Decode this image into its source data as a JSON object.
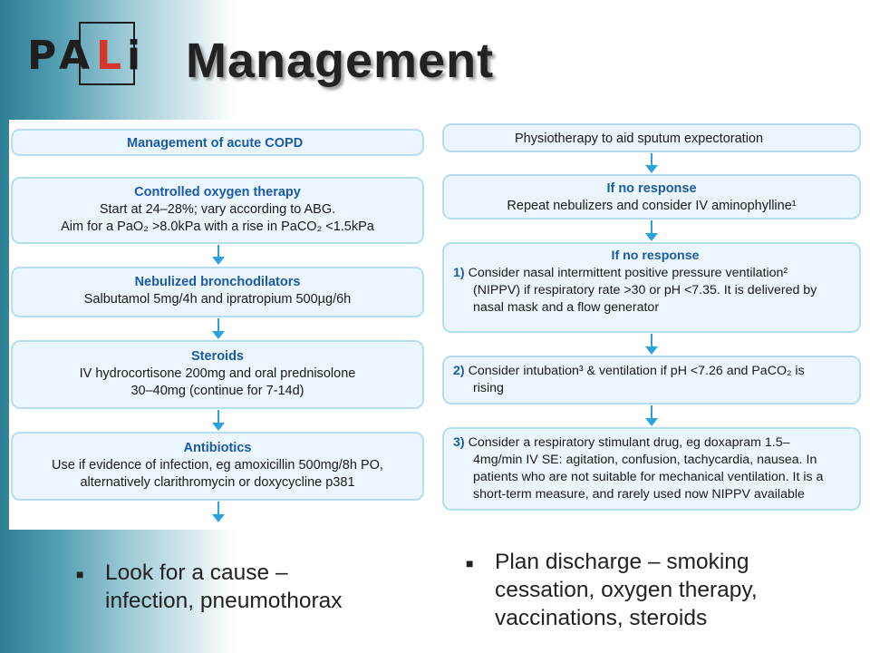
{
  "logo": {
    "letters": [
      "P",
      "A",
      "L",
      "i"
    ],
    "accent_color": "#d8352a"
  },
  "title": "Management",
  "left_flow": {
    "header": "Management of acute COPD",
    "boxes": [
      {
        "heading": "Controlled oxygen therapy",
        "lines": [
          "Start at 24–28%; vary according to ABG.",
          "Aim for a PaO₂ >8.0kPa with a rise in PaCO₂ <1.5kPa"
        ]
      },
      {
        "heading": "Nebulized bronchodilators",
        "lines": [
          "Salbutamol 5mg/4h and ipratropium 500µg/6h"
        ]
      },
      {
        "heading": "Steroids",
        "lines": [
          "IV hydrocortisone 200mg and oral prednisolone",
          "30–40mg (continue for 7-14d)"
        ]
      },
      {
        "heading": "Antibiotics",
        "lines": [
          "Use if evidence of infection, eg amoxicillin 500mg/8h PO,",
          "alternatively clarithromycin or doxycycline p381"
        ]
      }
    ]
  },
  "right_flow": {
    "top": "Physiotherapy to aid sputum expectoration",
    "box2": {
      "heading": "If no response",
      "line": "Repeat nebulizers and consider IV aminophylline¹"
    },
    "box3": {
      "heading": "If no response",
      "num": "1)",
      "lines": [
        "Consider nasal intermittent positive pressure ventilation²",
        "(NIPPV) if respiratory rate >30 or pH <7.35. It is delivered by",
        "nasal mask and a flow generator"
      ]
    },
    "box4": {
      "num": "2)",
      "lines": [
        "Consider intubation³ & ventilation if pH <7.26 and PaCO₂ is",
        "rising"
      ]
    },
    "box5": {
      "num": "3)",
      "lines": [
        "Consider a respiratory stimulant drug, eg doxapram 1.5–",
        "4mg/min IV SE: agitation, confusion, tachycardia, nausea. In",
        "patients who are not suitable for mechanical ventilation. It is a",
        "short-term measure, and rarely used now NIPPV available"
      ]
    }
  },
  "bullets": {
    "left": [
      "Look for a cause –",
      "infection, pneumothorax"
    ],
    "right": [
      "Plan discharge – smoking",
      "cessation, oxygen therapy,",
      "vaccinations, steroids"
    ]
  },
  "colors": {
    "box_fill": "#eaf6fc",
    "box_border": "#b6def1",
    "heading_blue": "#1b5aa6",
    "arrow": "#2aa2dd",
    "band": "#2f7f97"
  }
}
